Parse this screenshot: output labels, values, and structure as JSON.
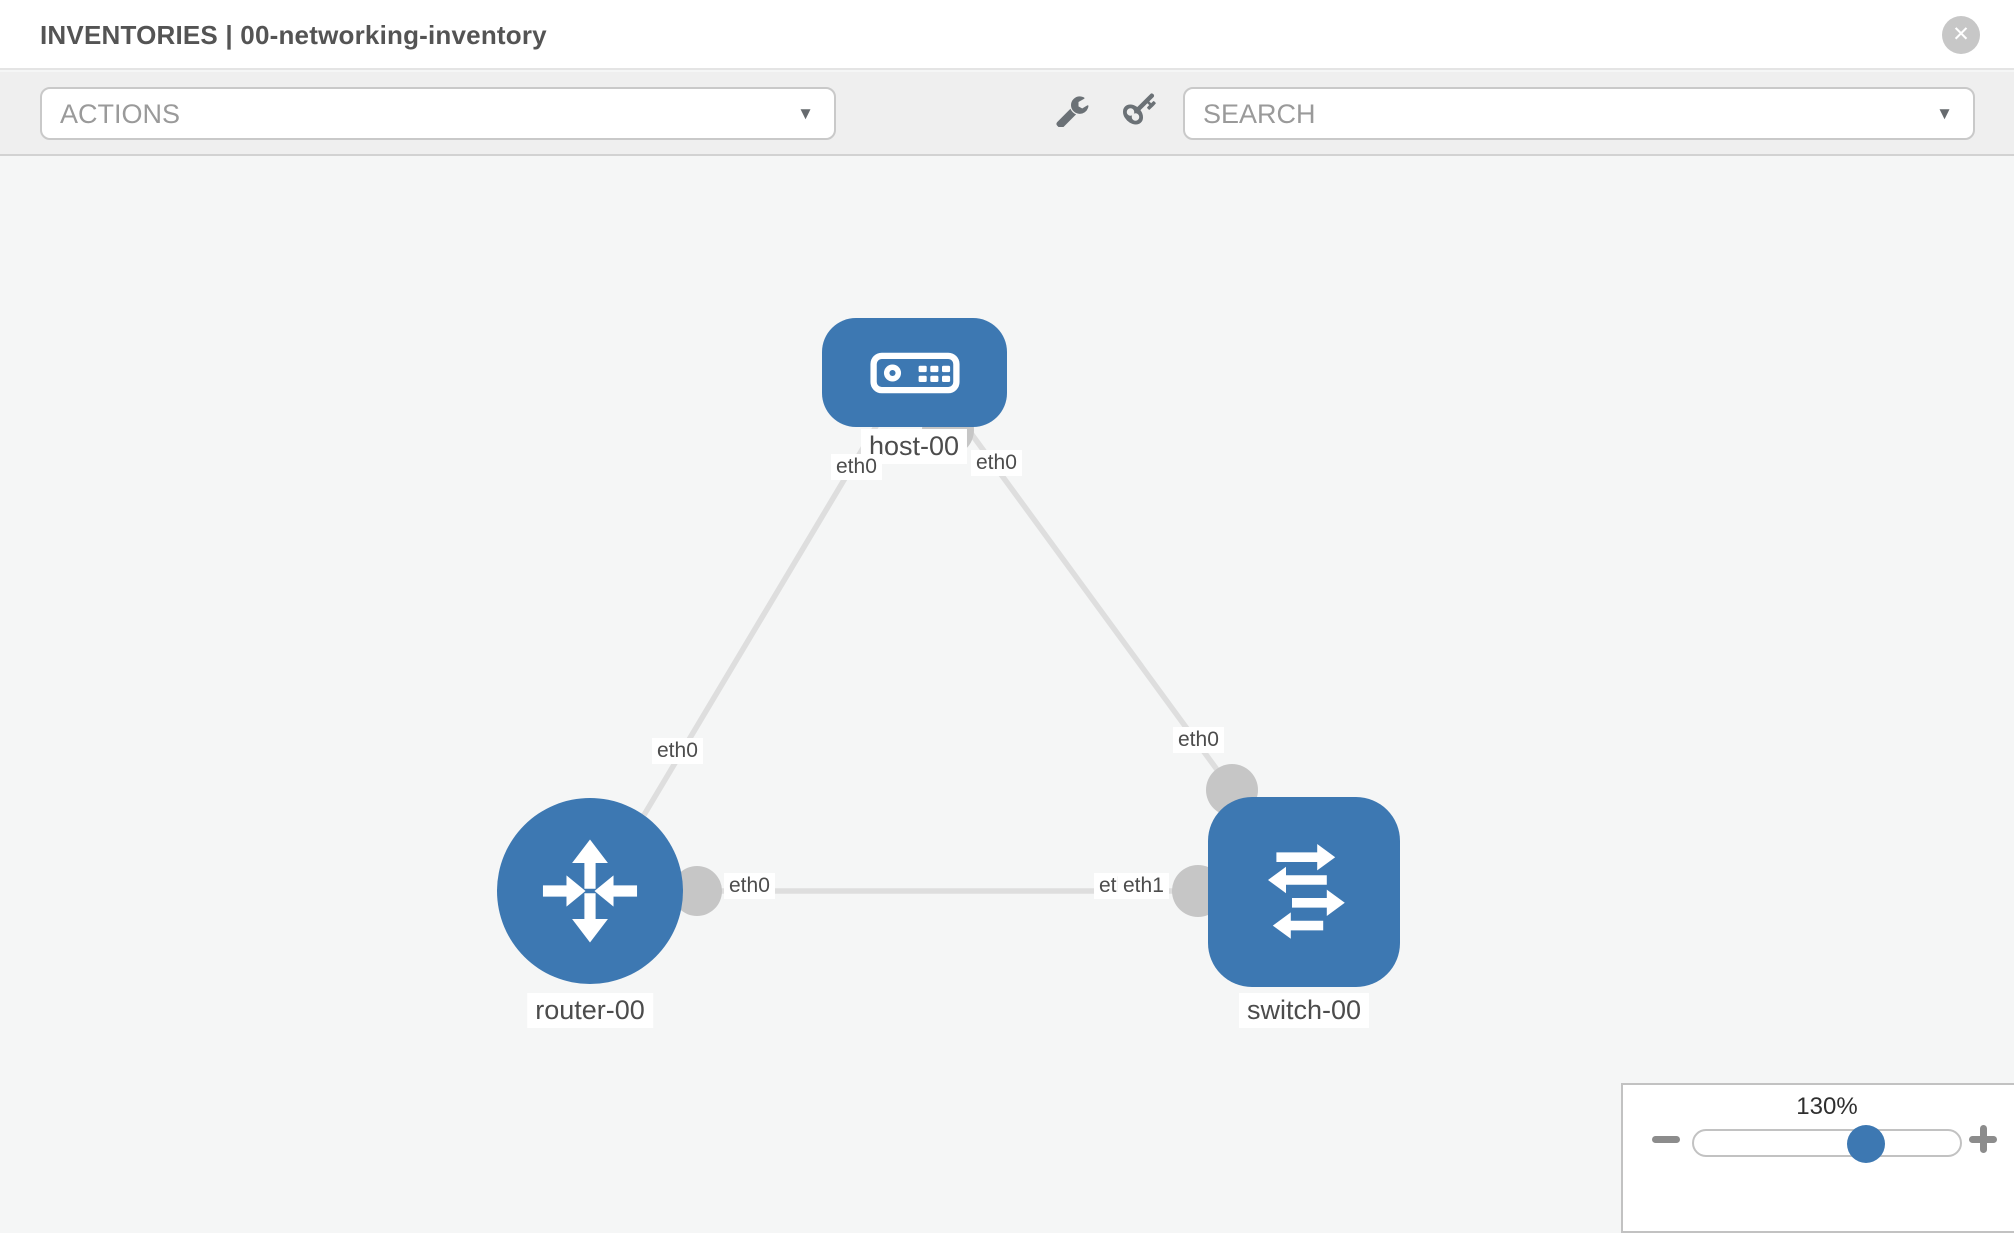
{
  "header": {
    "title": "INVENTORIES | 00-networking-inventory"
  },
  "toolbar": {
    "actions_label": "ACTIONS",
    "search_label": "SEARCH",
    "caret_glyph": "▼",
    "close_glyph": "✕"
  },
  "icons": {
    "close": "x-circle-icon",
    "wrench": "wrench-icon",
    "key": "key-icon",
    "host": "host-device-icon",
    "router": "router-arrows-icon",
    "switch": "switch-arrows-icon"
  },
  "colors": {
    "node_blue": "#3d78b2",
    "edge_gray": "#dedede",
    "connector_gray": "#c6c6c6",
    "canvas_bg": "#f5f6f6"
  },
  "topology": {
    "nodes": [
      {
        "id": "host-00",
        "type": "host",
        "label": "host-00"
      },
      {
        "id": "router-00",
        "type": "router",
        "label": "router-00"
      },
      {
        "id": "switch-00",
        "type": "switch",
        "label": "switch-00"
      }
    ],
    "links": [
      {
        "from": "host-00",
        "from_if": "eth0",
        "to": "router-00",
        "to_if": "eth0"
      },
      {
        "from": "host-00",
        "from_if": "eth0",
        "to": "switch-00",
        "to_if": "eth0"
      },
      {
        "from": "router-00",
        "from_if": "eth0",
        "to": "switch-00",
        "to_if": "eth1"
      }
    ],
    "interfaces": {
      "host_left": "eth0",
      "host_right": "eth0",
      "router_link_mid": "eth0",
      "switch_link_mid": "eth0",
      "router_right": "eth0",
      "switch_left_under": "eth0",
      "switch_left": "eth1"
    }
  },
  "zoom_control": {
    "value": "130%"
  }
}
